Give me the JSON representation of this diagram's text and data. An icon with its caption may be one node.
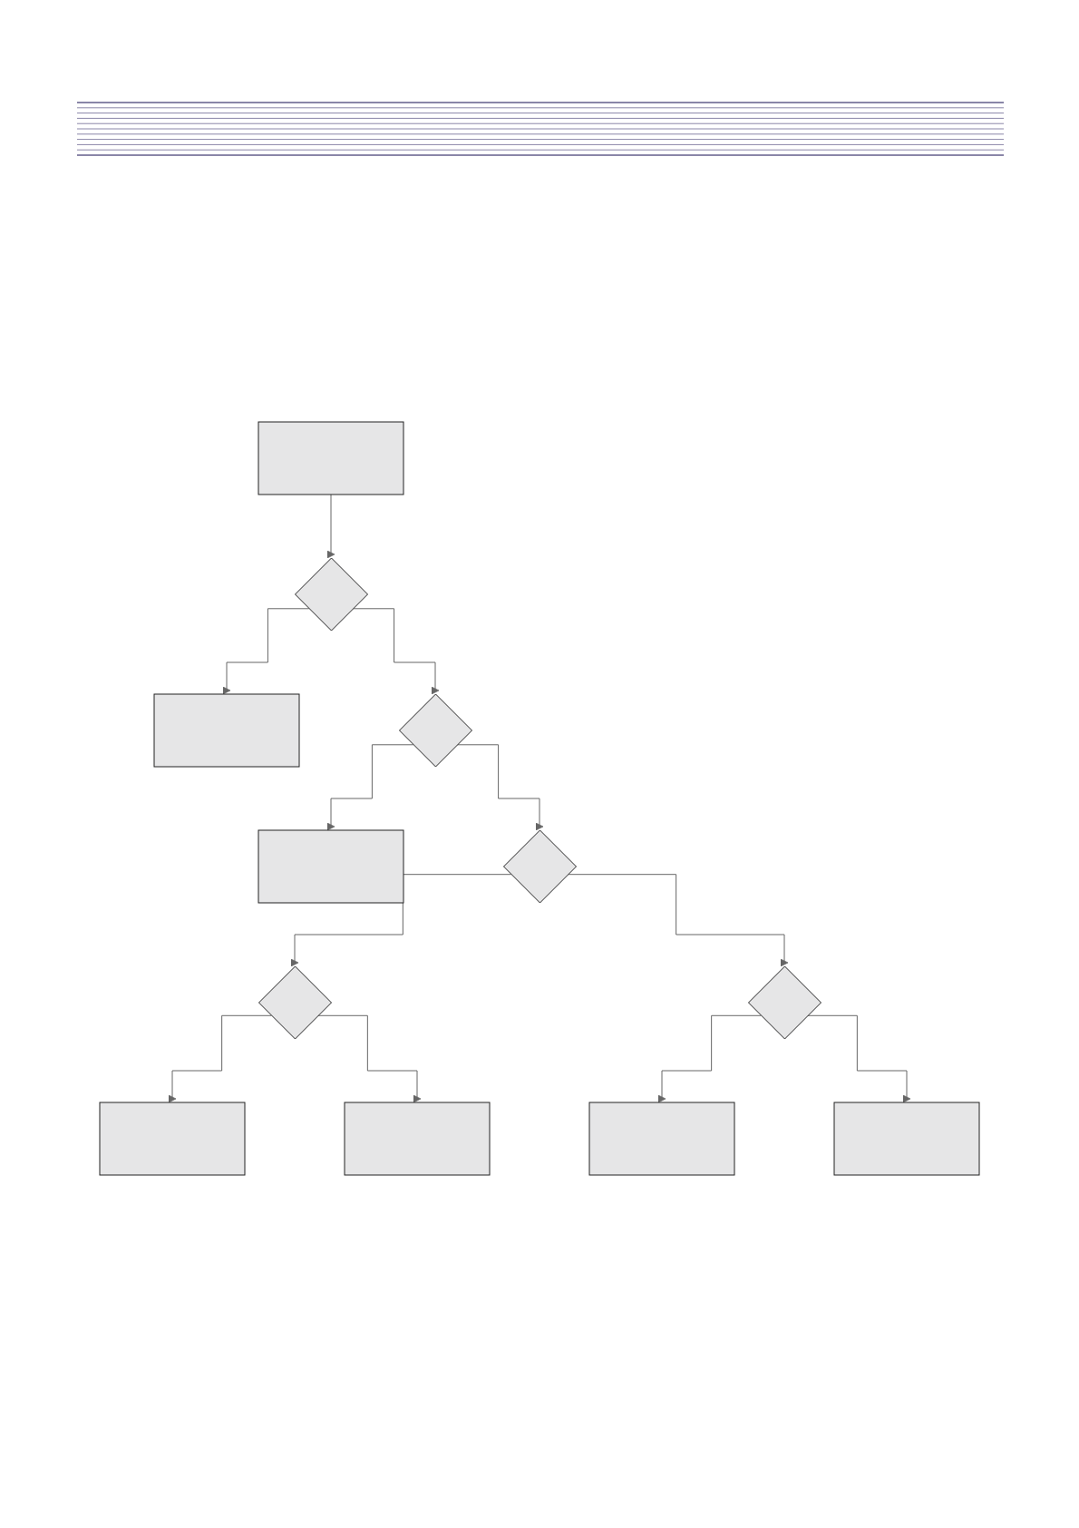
{
  "diagram": {
    "nodes": [
      {
        "text": [],
        "shape": "box"
      },
      {
        "text": [],
        "shape": "diamond"
      },
      {
        "text": [],
        "shape": "box"
      },
      {
        "text": [],
        "shape": "diamond"
      },
      {
        "text": [],
        "shape": "box"
      },
      {
        "text": [],
        "shape": "diamond"
      },
      {
        "text": [],
        "shape": "diamond"
      },
      {
        "text": [],
        "shape": "diamond"
      },
      {
        "text": [],
        "shape": "box"
      },
      {
        "text": [],
        "shape": "box"
      },
      {
        "text": [],
        "shape": "box"
      },
      {
        "text": [],
        "shape": "box"
      }
    ],
    "edges": [
      {
        "from": 0,
        "to": 1,
        "arrow": "to"
      },
      {
        "from": 1,
        "to": 2,
        "arrow": "to"
      },
      {
        "from": 1,
        "to": 3,
        "arrow": "to"
      },
      {
        "from": 3,
        "to": 4,
        "arrow": "to"
      },
      {
        "from": 3,
        "to": 5,
        "arrow": "to"
      },
      {
        "from": 5,
        "to": 6,
        "arrow": "to"
      },
      {
        "from": 5,
        "to": 7,
        "arrow": "to"
      },
      {
        "from": 6,
        "to": 8,
        "arrow": "to"
      },
      {
        "from": 6,
        "to": 9,
        "arrow": "to"
      },
      {
        "from": 7,
        "to": 10,
        "arrow": "to"
      },
      {
        "from": 7,
        "to": 11,
        "arrow": "to"
      }
    ]
  }
}
